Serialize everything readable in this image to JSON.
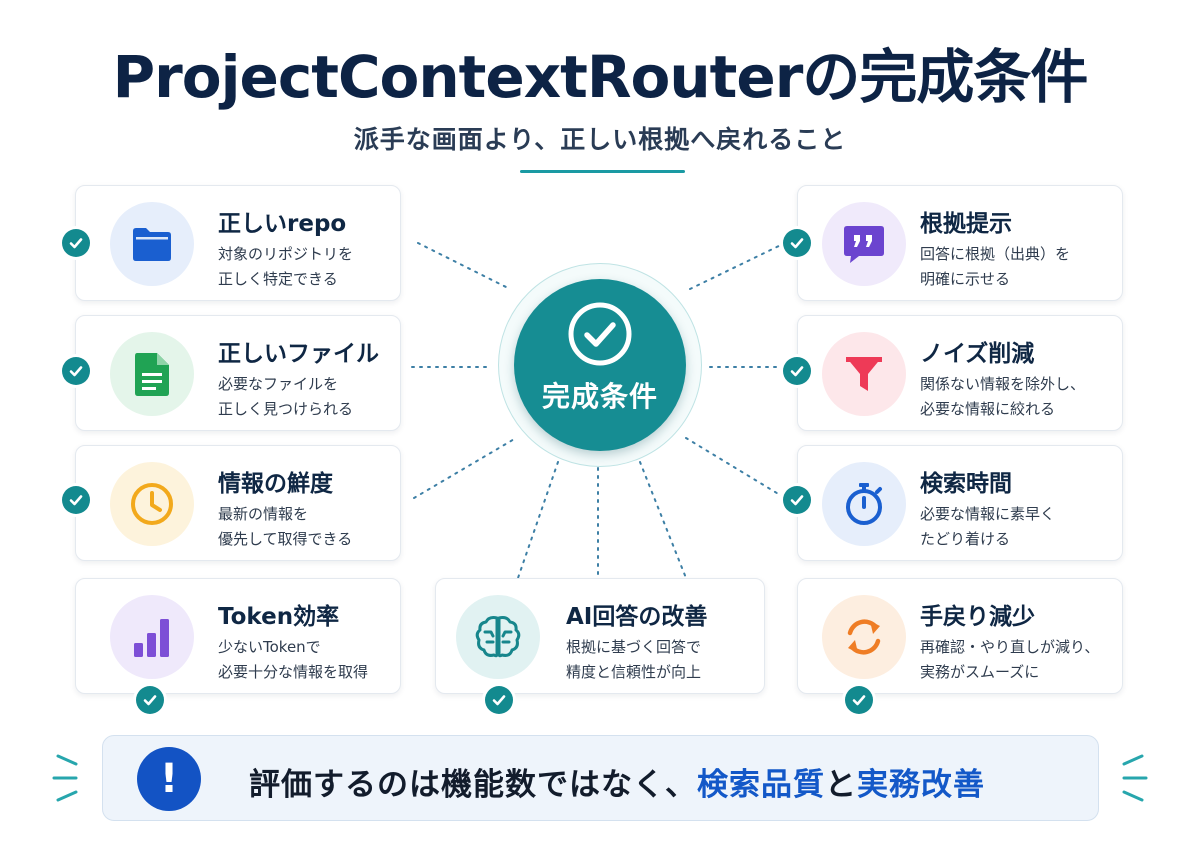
{
  "title": "ProjectContextRouterの完成条件",
  "subtitle": "派手な画面より、正しい根拠へ戻れること",
  "center": {
    "label": "完成条件",
    "icon": "check-circle-icon"
  },
  "colors": {
    "teal": "#168d93",
    "check": "#138a8f",
    "blue_accent": "#1358c8",
    "title": "#0d2345"
  },
  "cards": [
    {
      "id": "repo",
      "title": "正しいrepo",
      "desc1": "対象のリポジトリを",
      "desc2": "正しく特定できる",
      "icon": "folder-icon",
      "icon_bg": "#e6eefb",
      "icon_color": "#1a5fd0"
    },
    {
      "id": "file",
      "title": "正しいファイル",
      "desc1": "必要なファイルを",
      "desc2": "正しく見つけられる",
      "icon": "document-icon",
      "icon_bg": "#e4f5ea",
      "icon_color": "#20a354"
    },
    {
      "id": "fresh",
      "title": "情報の鮮度",
      "desc1": "最新の情報を",
      "desc2": "優先して取得できる",
      "icon": "clock-icon",
      "icon_bg": "#fdf3dc",
      "icon_color": "#f2a91c"
    },
    {
      "id": "token",
      "title": "Token効率",
      "desc1": "少ないTokenで",
      "desc2": "必要十分な情報を取得",
      "icon": "bar-chart-icon",
      "icon_bg": "#efe9fb",
      "icon_color": "#7d4fd6"
    },
    {
      "id": "ai",
      "title": "AI回答の改善",
      "desc1": "根拠に基づく回答で",
      "desc2": "精度と信頼性が向上",
      "icon": "brain-icon",
      "icon_bg": "#e1f2f2",
      "icon_color": "#17868c"
    },
    {
      "id": "evidence",
      "title": "根拠提示",
      "desc1": "回答に根拠（出典）を",
      "desc2": "明確に示せる",
      "icon": "quote-icon",
      "icon_bg": "#f0eafb",
      "icon_color": "#6b44cf"
    },
    {
      "id": "noise",
      "title": "ノイズ削減",
      "desc1": "関係ない情報を除外し、",
      "desc2": "必要な情報に絞れる",
      "icon": "filter-icon",
      "icon_bg": "#fde7ea",
      "icon_color": "#ee3a57"
    },
    {
      "id": "time",
      "title": "検索時間",
      "desc1": "必要な情報に素早く",
      "desc2": "たどり着ける",
      "icon": "stopwatch-icon",
      "icon_bg": "#e6eefb",
      "icon_color": "#1a5fd0"
    },
    {
      "id": "rework",
      "title": "手戻り減少",
      "desc1": "再確認・やり直しが減り、",
      "desc2": "実務がスムーズに",
      "icon": "refresh-icon",
      "icon_bg": "#fdeee0",
      "icon_color": "#ef7d25"
    }
  ],
  "banner": {
    "icon": "exclamation-icon",
    "text_prefix": "評価するのは機能数ではなく、",
    "highlight1": "検索品質",
    "connector": "と",
    "highlight2": "実務改善"
  }
}
